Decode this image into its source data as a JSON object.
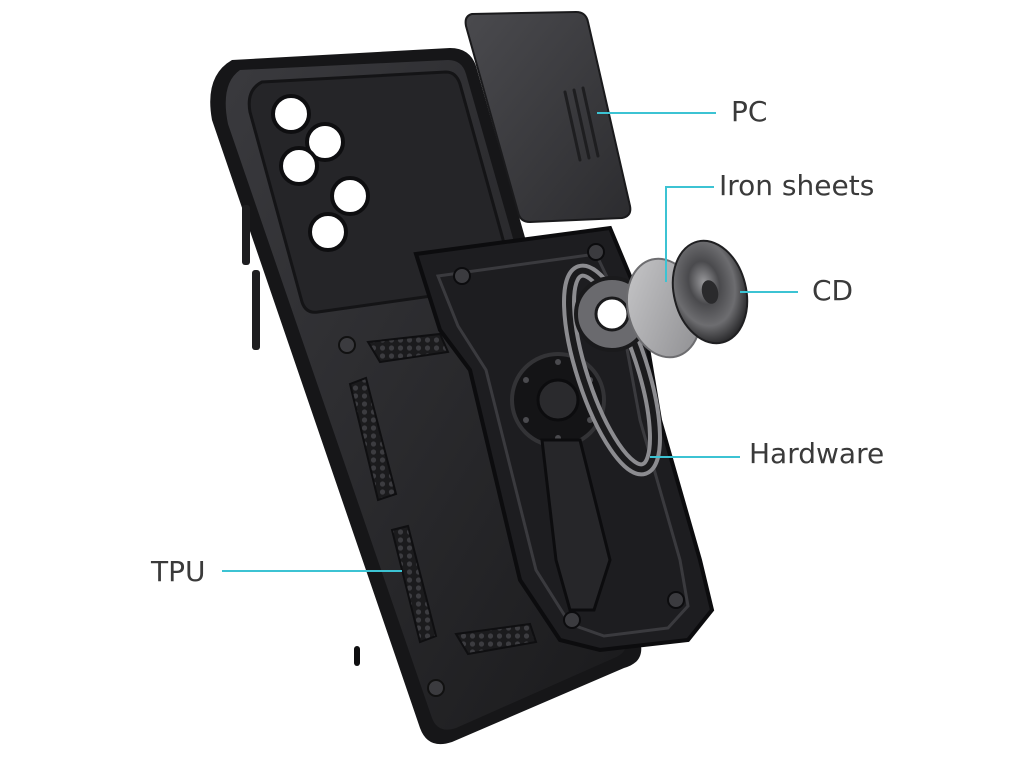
{
  "callouts": {
    "pc": "PC",
    "iron_sheets": "Iron sheets",
    "cd": "CD",
    "hardware": "Hardware",
    "tpu": "TPU"
  },
  "colors": {
    "leader_line": "#3cc3d3",
    "case_body": "#2b2b2e",
    "case_dark": "#121214",
    "iron_sheet": "#a9a9ab",
    "cd_disc": "#3a3a3d"
  }
}
